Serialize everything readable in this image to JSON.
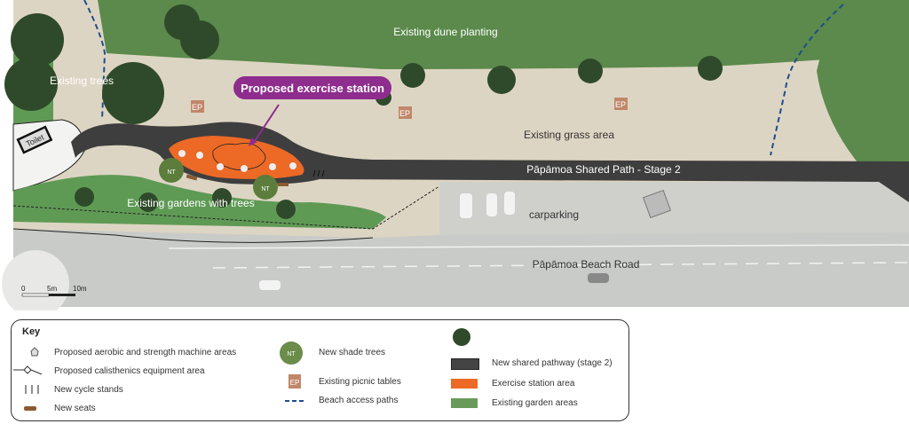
{
  "map": {
    "labels": {
      "dune_planting": "Existing dune planting",
      "existing_trees": "Existing trees",
      "callout": "Proposed exercise station",
      "grass_area": "Existing grass area",
      "shared_path": "Pāpāmoa Shared Path - Stage 2",
      "toilet": "Toilet",
      "gardens": "Existing gardens with trees",
      "carparking": "carparking",
      "road": "Pāpāmoa Beach Road",
      "picnic": "EP",
      "new_tree": "NT"
    },
    "scale_bar": {
      "ticks": [
        "0",
        "5m",
        "10m"
      ]
    },
    "colors": {
      "callout": "#8e2d8e",
      "path": "#3e3e3e",
      "exercise": "#ec6a26",
      "garden": "#5f9a55",
      "beach_access": "#1f4e8c"
    }
  },
  "key": {
    "title": "Key",
    "items": [
      {
        "icon": "machine-area-icon",
        "label": "Proposed aerobic and strength machine areas"
      },
      {
        "icon": "calisthenics-icon",
        "label": "Proposed calisthenics equipment area"
      },
      {
        "icon": "cycle-stands-icon",
        "label": "New cycle stands"
      },
      {
        "icon": "seat-icon",
        "label": "New seats"
      },
      {
        "icon": "shade-tree-icon",
        "label": "New shade trees"
      },
      {
        "icon": "picnic-table-icon",
        "label": "Existing picnic tables"
      },
      {
        "icon": "beach-access-icon",
        "label": "Beach access paths"
      },
      {
        "icon": "existing-tree-icon",
        "label": ""
      },
      {
        "icon": "pathway-swatch",
        "label": "New shared pathway (stage 2)"
      },
      {
        "icon": "exercise-swatch",
        "label": "Exercise station area"
      },
      {
        "icon": "garden-swatch",
        "label": "Existing garden areas"
      }
    ]
  }
}
